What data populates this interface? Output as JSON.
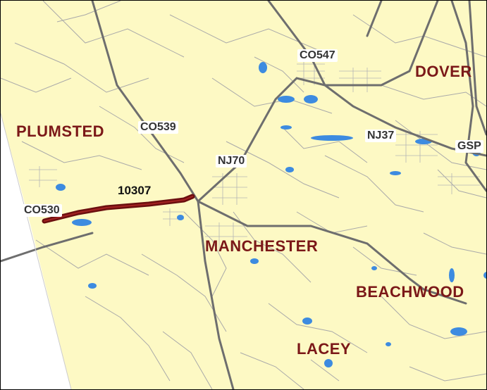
{
  "map": {
    "colors": {
      "land": "#fdf9c4",
      "outside": "#ffffff",
      "water": "#3d8be0",
      "major_road": "#6e6e6e",
      "minor_road": "#a9a9a9",
      "highlight_segment": "#6b0f0f",
      "town_label": "#7b1818"
    },
    "towns": [
      {
        "id": "plumsted",
        "label": "PLUMSTED"
      },
      {
        "id": "dover",
        "label": "DOVER"
      },
      {
        "id": "manchester",
        "label": "MANCHESTER"
      },
      {
        "id": "beachwood",
        "label": "BEACHWOOD"
      },
      {
        "id": "lacey",
        "label": "LACEY"
      }
    ],
    "routes": [
      {
        "id": "co547",
        "label": "CO547"
      },
      {
        "id": "co539",
        "label": "CO539"
      },
      {
        "id": "nj70",
        "label": "NJ70"
      },
      {
        "id": "nj37",
        "label": "NJ37"
      },
      {
        "id": "gsp",
        "label": "GSP"
      },
      {
        "id": "co530",
        "label": "CO530"
      }
    ],
    "segment": {
      "label": "10307"
    }
  }
}
